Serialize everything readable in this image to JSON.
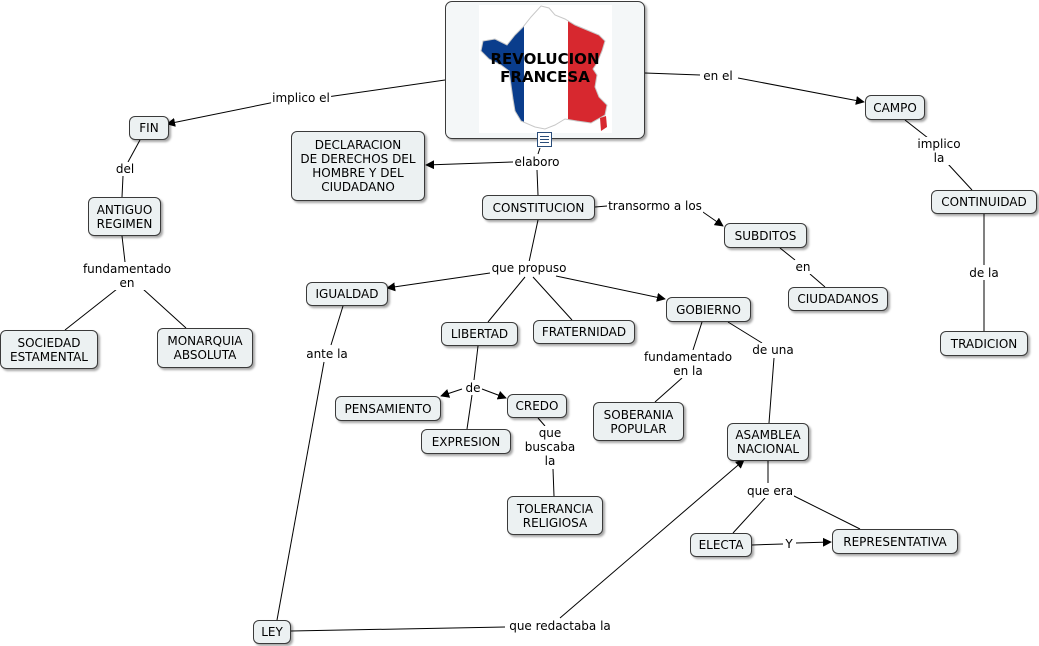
{
  "map": {
    "root": "REVOLUCION\nFRANCESA",
    "colors": {
      "node_fill": "#ecf1f2",
      "node_border": "#3a3a3a",
      "flag_blue": "#0a3d8c",
      "flag_white": "#ffffff",
      "flag_red": "#d7282f"
    },
    "concepts": {
      "fin": "FIN",
      "antiguo_regimen": "ANTIGUO\nREGIMEN",
      "sociedad_estamental": "SOCIEDAD\nESTAMENTAL",
      "monarquia_absoluta": "MONARQUIA\nABSOLUTA",
      "declaracion": "DECLARACION\nDE DERECHOS DEL\nHOMBRE Y DEL\nCIUDADANO",
      "constitucion": "CONSTITUCION",
      "subditos": "SUBDITOS",
      "ciudadanos": "CIUDADANOS",
      "campo": "CAMPO",
      "continuidad": "CONTINUIDAD",
      "tradicion": "TRADICION",
      "igualdad": "IGUALDAD",
      "libertad": "LIBERTAD",
      "fraternidad": "FRATERNIDAD",
      "gobierno": "GOBIERNO",
      "pensamiento": "PENSAMIENTO",
      "credo": "CREDO",
      "expresion": "EXPRESION",
      "tolerancia_religiosa": "TOLERANCIA\nRELIGIOSA",
      "soberania_popular": "SOBERANIA\nPOPULAR",
      "asamblea_nacional": "ASAMBLEA\nNACIONAL",
      "electa": "ELECTA",
      "representativa": "REPRESENTATIVA",
      "ley": "LEY"
    },
    "links": {
      "implico_el": "implico el",
      "del": "del",
      "fundamentado_en": "fundamentado\nen",
      "elaboro": "elaboro",
      "transormo_a_los": "transormo a los",
      "en": "en",
      "en_el": "en el",
      "implico_la": "implico\nla",
      "de_la": "de la",
      "que_propuso": "que propuso",
      "ante_la": "ante la",
      "de": "de",
      "que_buscaba_la": "que\nbuscaba\nla",
      "fundamentado_en_la": "fundamentado\nen la",
      "de_una": "de una",
      "que_era": "que era",
      "y": "Y",
      "que_redactaba_la": "que redactaba la"
    }
  }
}
